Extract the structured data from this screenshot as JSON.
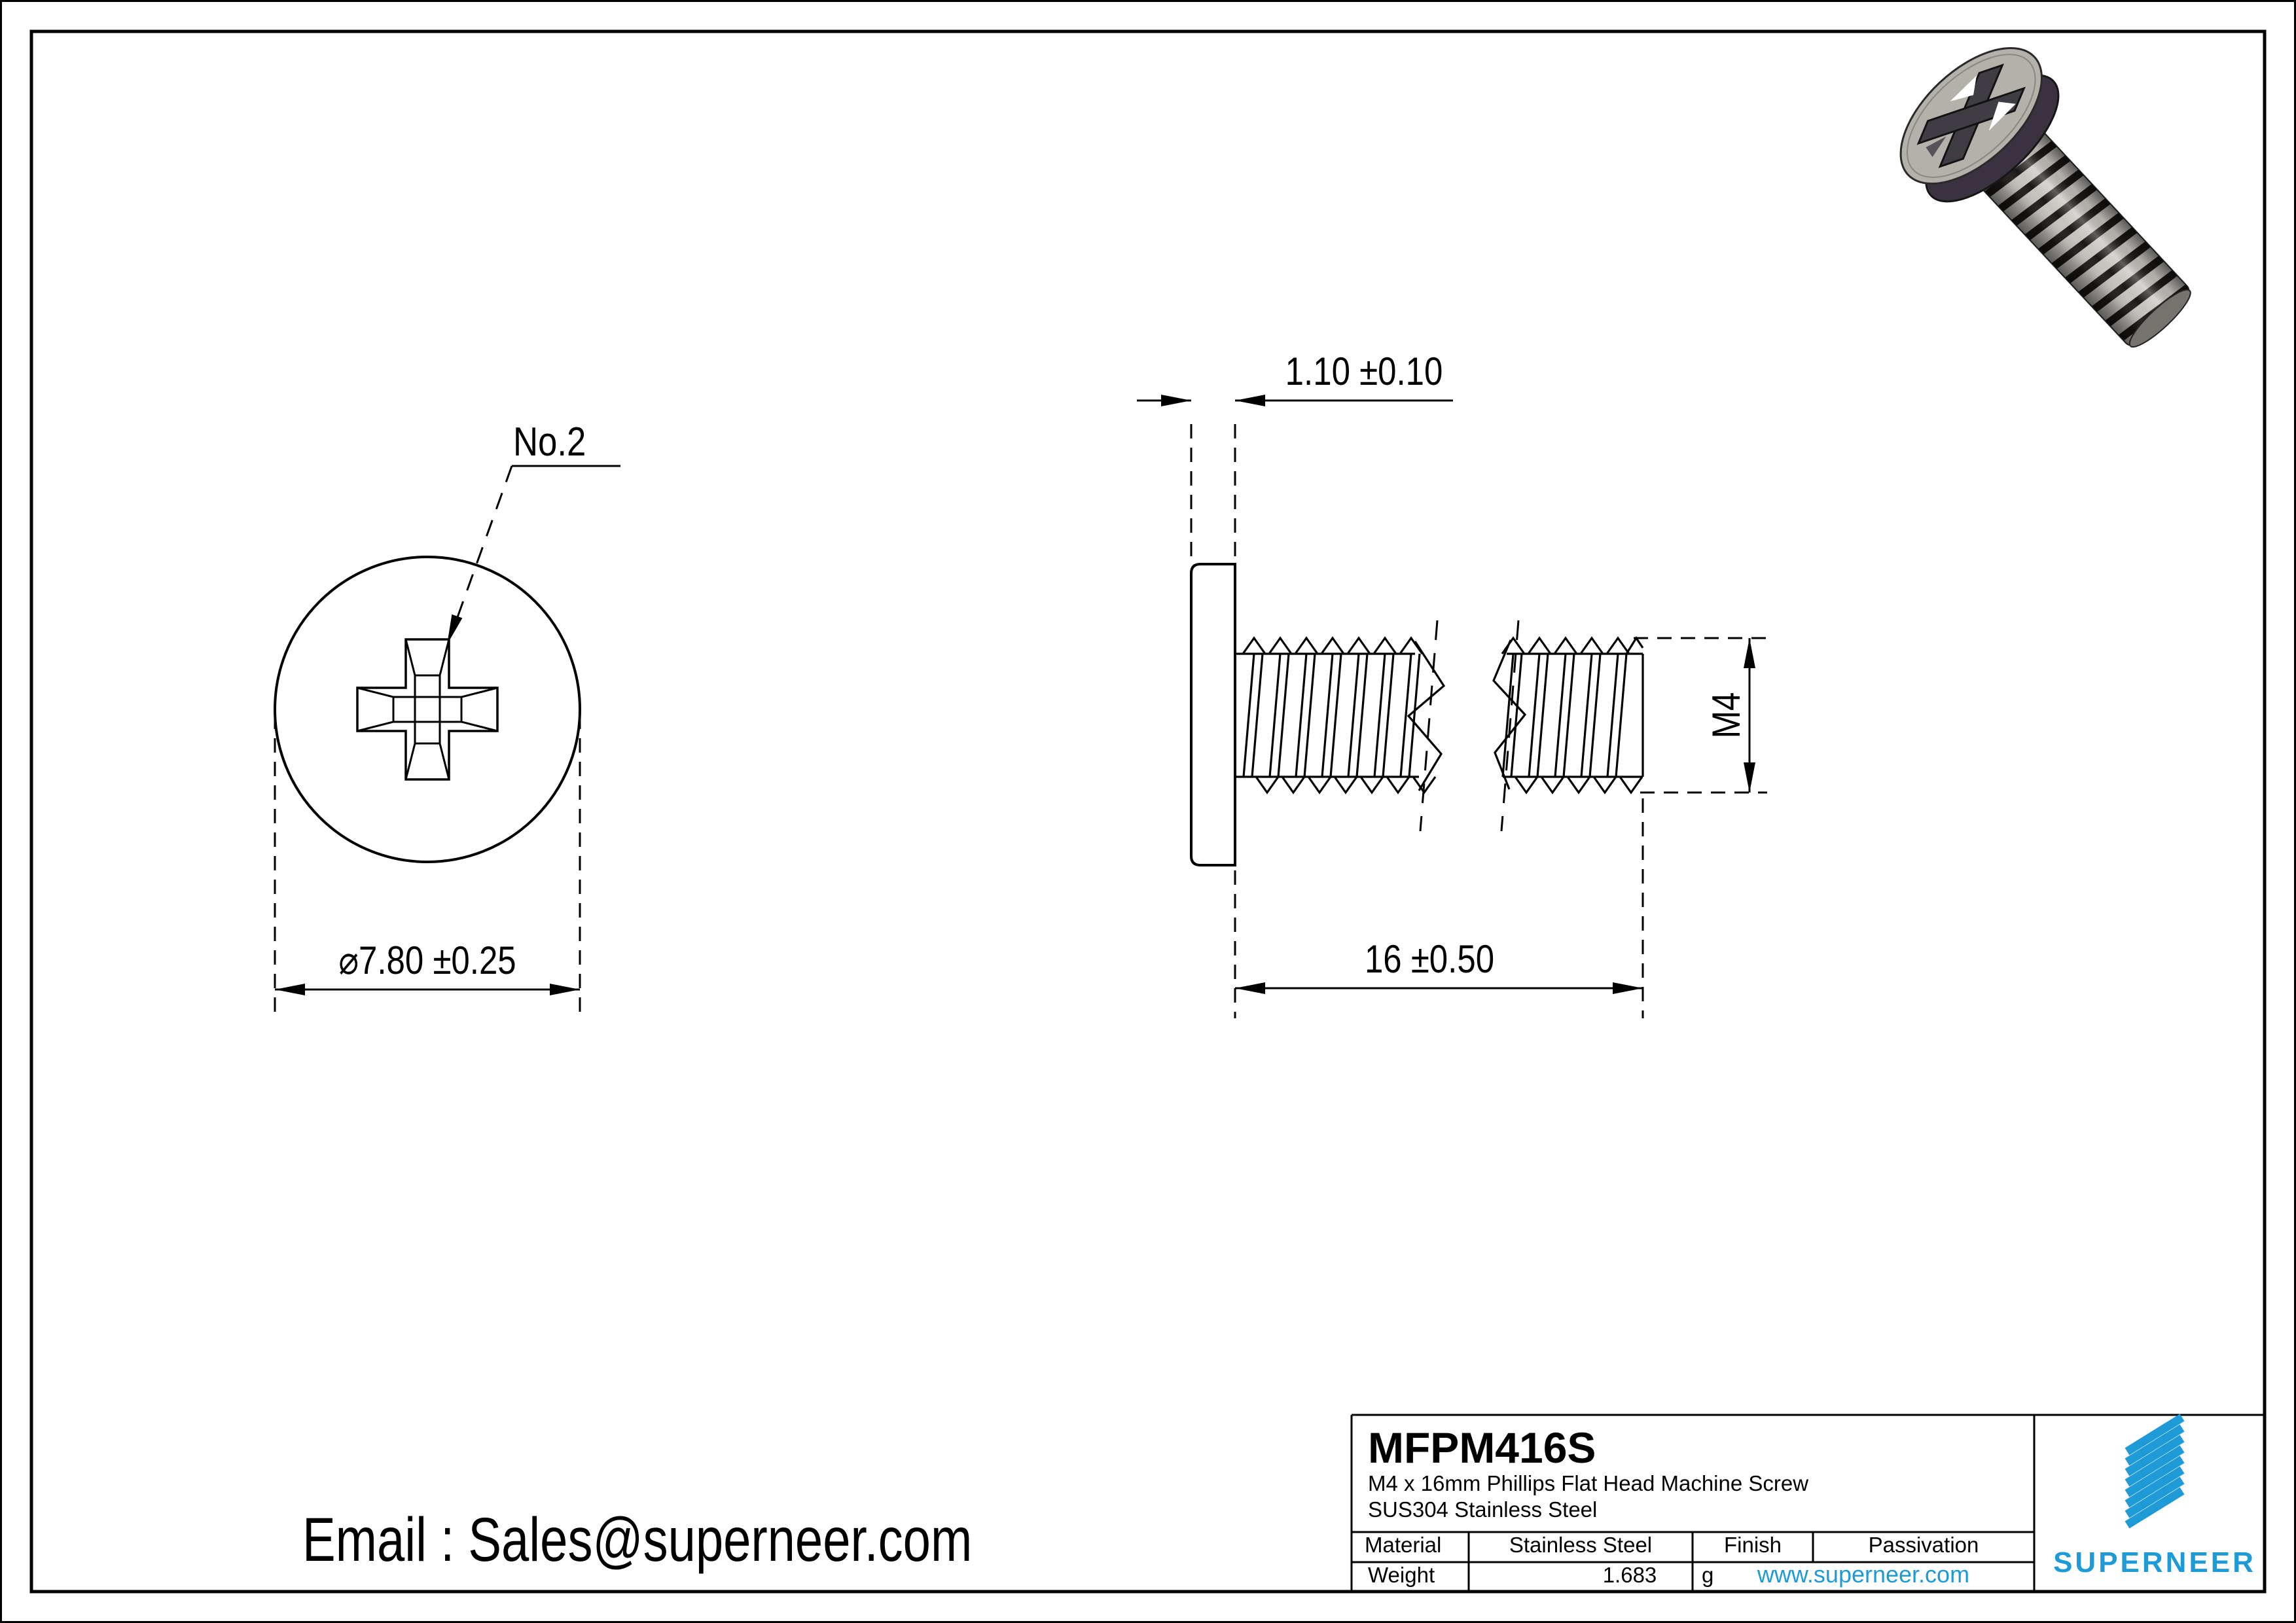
{
  "colors": {
    "line": "#000000",
    "accent_blue": "#1e9ad6",
    "render_head_face": "#b4b1ab",
    "render_head_side": "#3a3240",
    "render_thread_light": "#c6c3bd",
    "render_thread_dark": "#1b1917"
  },
  "front_view": {
    "drive_label": "No.2",
    "diameter_dim": "⌀7.80 ±0.25"
  },
  "side_view": {
    "head_thickness_dim": "1.10 ±0.10",
    "length_dim": "16 ±0.50",
    "thread_dim": "M4"
  },
  "footer": {
    "email": "Email : Sales@superneer.com"
  },
  "title_block": {
    "part_number": "MFPM416S",
    "description_line1": "M4 x 16mm Phillips Flat Head Machine Screw",
    "description_line2": "SUS304 Stainless Steel",
    "material_label": "Material",
    "material_value": "Stainless Steel",
    "finish_label": "Finish",
    "finish_value": "Passivation",
    "weight_label": "Weight",
    "weight_value": "1.683",
    "weight_unit": "g",
    "website": "www.superneer.com",
    "brand": "SUPERNEER"
  }
}
